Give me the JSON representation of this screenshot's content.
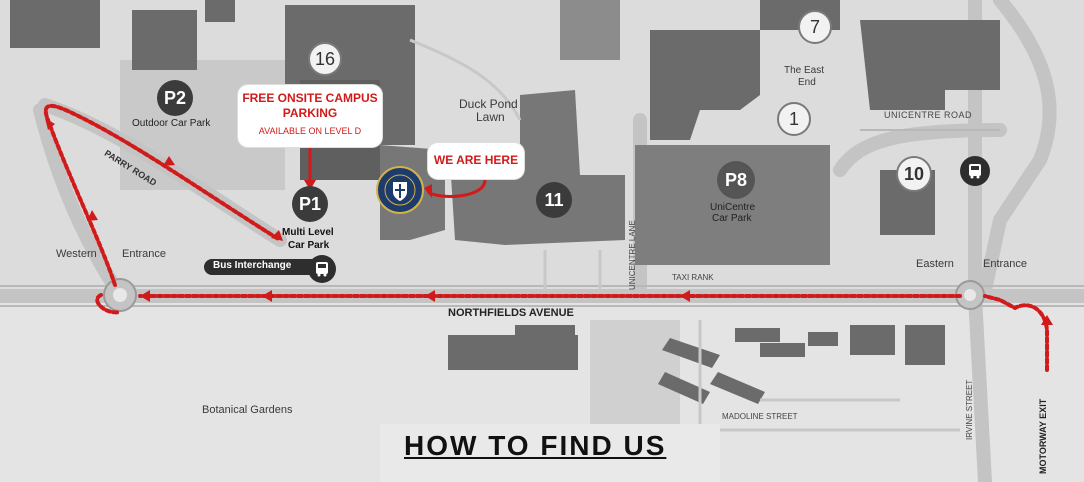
{
  "buildings": {
    "b16": "16",
    "b7": "7",
    "b1": "1",
    "b10": "10",
    "b11": "11"
  },
  "parking": {
    "p2": {
      "code": "P2",
      "label": "Outdoor Car Park"
    },
    "p1": {
      "code": "P1",
      "label_line1": "Multi Level",
      "label_line2": "Car Park"
    },
    "p8": {
      "code": "P8",
      "label_line1": "UniCentre",
      "label_line2": "Car Park"
    }
  },
  "callouts": {
    "free_parking_line1": "FREE ONSITE CAMPUS",
    "free_parking_line2": "PARKING",
    "free_parking_sub": "AVAILABLE ON LEVEL D",
    "we_are_here": "WE ARE HERE"
  },
  "places": {
    "duck_pond_line1": "Duck Pond",
    "duck_pond_line2": "Lawn",
    "east_end_line1": "The East",
    "east_end_line2": "End",
    "western_entrance_a": "Western",
    "western_entrance_b": "Entrance",
    "eastern_entrance_a": "Eastern",
    "eastern_entrance_b": "Entrance",
    "botanical_gardens": "Botanical Gardens",
    "bus_interchange": "Bus Interchange"
  },
  "roads": {
    "parry_road": "PARRY ROAD",
    "unicentre_road": "UNICENTRE ROAD",
    "unicentre_lane": "UNICENTRE LANE",
    "taxi_rank": "TAXI RANK",
    "northfields_avenue": "NORTHFIELDS AVENUE",
    "irvine_street": "IRVINE STREET",
    "madoline_street": "MADOLINE STREET",
    "motorway_exit": "MOTORWAY EXIT"
  },
  "title": "HOW TO FIND US",
  "colors": {
    "route": "#d11a1a",
    "building": "#6b6b6b",
    "building_light": "#8a8a8a",
    "road": "#bdbdbd",
    "background": "#e4e4e4"
  },
  "icons": {
    "bus": "bus-icon",
    "logo": "medical-centre-logo"
  }
}
